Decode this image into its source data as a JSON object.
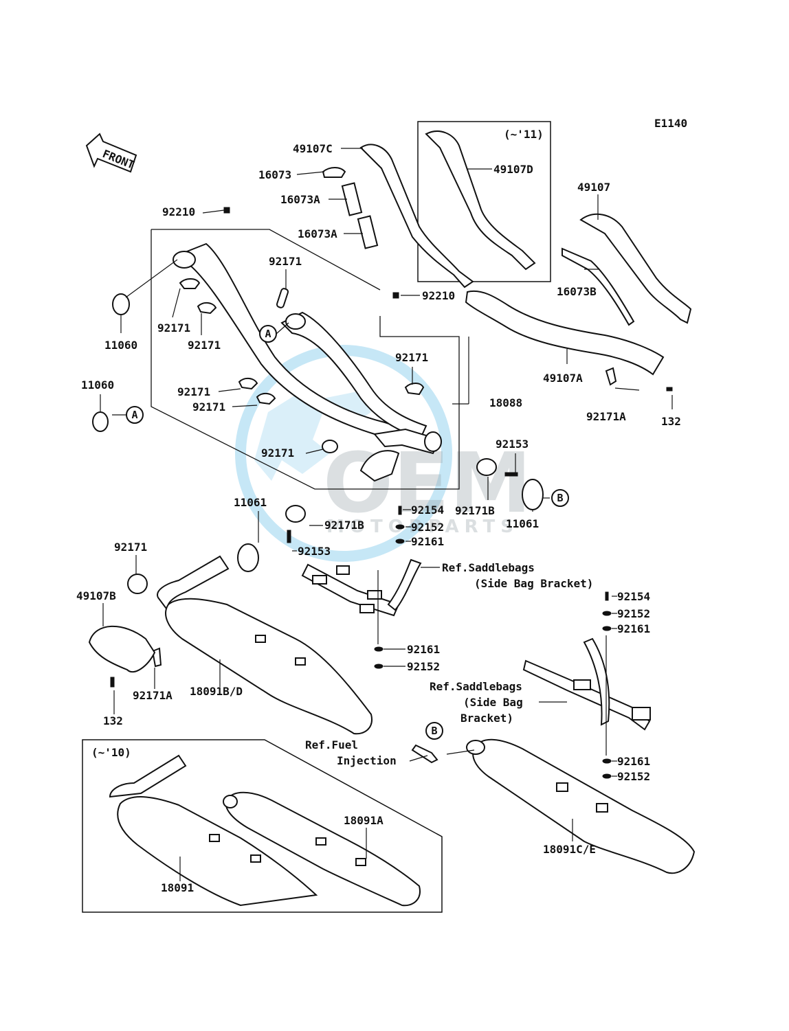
{
  "diagram_code": "E1140",
  "front_label": "FRONT",
  "watermark": {
    "brand": "OEM",
    "sub": "MOTORPARTS"
  },
  "labels": {
    "p49107C": "49107C",
    "p16073": "16073",
    "p16073A_1": "16073A",
    "p16073A_2": "16073A",
    "p49107D": "49107D",
    "p49107": "49107",
    "p16073B": "16073B",
    "p92210_1": "92210",
    "p92210_2": "92210",
    "p92171_1": "92171",
    "p92171_2": "92171",
    "p92171_3": "92171",
    "p92171_4": "92171",
    "p92171_5": "92171",
    "p92171_6": "92171",
    "p92171_7": "92171",
    "p92171_8": "92171",
    "p11060_1": "11060",
    "p11060_2": "11060",
    "p18088": "18088",
    "p49107A": "49107A",
    "p92171A_1": "92171A",
    "p132_1": "132",
    "p92153_1": "92153",
    "p92171B_1": "92171B",
    "p11061_1": "11061",
    "p11061_2": "11061",
    "p92154_1": "92154",
    "p92171B_2": "92171B",
    "p92152_1": "92152",
    "p92153_2": "92153",
    "p92161_1": "92161",
    "p49107B": "49107B",
    "p92171A_2": "92171A",
    "p132_2": "132",
    "p18091BD": "18091B/D",
    "p92161_2": "92161",
    "p92152_2": "92152",
    "p92154_2": "92154",
    "p92152_3": "92152",
    "p92161_3": "92161",
    "p92161_4": "92161",
    "p92152_4": "92152",
    "p18091A": "18091A",
    "p18091": "18091",
    "p18091CE": "18091C/E"
  },
  "notes": {
    "ref_saddlebags_1_line1": "Ref.Saddlebags",
    "ref_saddlebags_1_line2": "(Side Bag Bracket)",
    "ref_saddlebags_2_line1": "Ref.Saddlebags",
    "ref_saddlebags_2_line2": "(Side Bag",
    "ref_saddlebags_2_line3": "Bracket)",
    "ref_fuel_line1": "Ref.Fuel",
    "ref_fuel_line2": "Injection",
    "box_11": "(~'11)",
    "box_10": "(~'10)"
  },
  "callouts": {
    "a1": "A",
    "a2": "A",
    "b1": "B",
    "b2": "B"
  },
  "colors": {
    "ink": "#111111",
    "watermark_blue": "#33a9e0"
  }
}
